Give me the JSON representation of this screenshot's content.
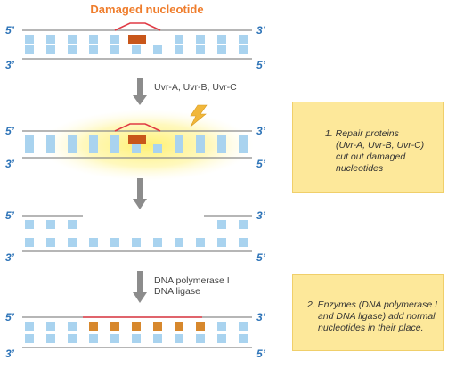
{
  "title": "Damaged nucleotide",
  "end_5": "5’",
  "end_3": "3’",
  "step_labels": {
    "enzymes_1": "Uvr-A, Uvr-B, Uvr-C",
    "enzymes_2_line1": "DNA polymerase I",
    "enzymes_2_line2": "DNA ligase"
  },
  "notes": {
    "note1_lines": [
      "1.  Repair proteins",
      "(Uvr-A, Uvr-B, Uvr-C)",
      "cut out damaged",
      "nucleotides"
    ],
    "note2_lines": [
      "2.  Enzymes (DNA polymerase I",
      "and DNA ligase) add normal",
      "nucleotides in their place."
    ]
  },
  "colors": {
    "backbone": "#8a8a8a",
    "base": "#a9d3ef",
    "damaged_base": "#c8561a",
    "new_base": "#d7882d",
    "highlight_line": "#e03a45",
    "end_label": "#2e74b8",
    "title": "#ef7d2c",
    "note_bg": "#fde89a",
    "arrow": "#8c8c8c",
    "glow": "#fff6a8",
    "lightning": "#f1b73b"
  },
  "icons": {
    "arrow": "down-arrow-icon",
    "cut": "lightning-icon"
  }
}
